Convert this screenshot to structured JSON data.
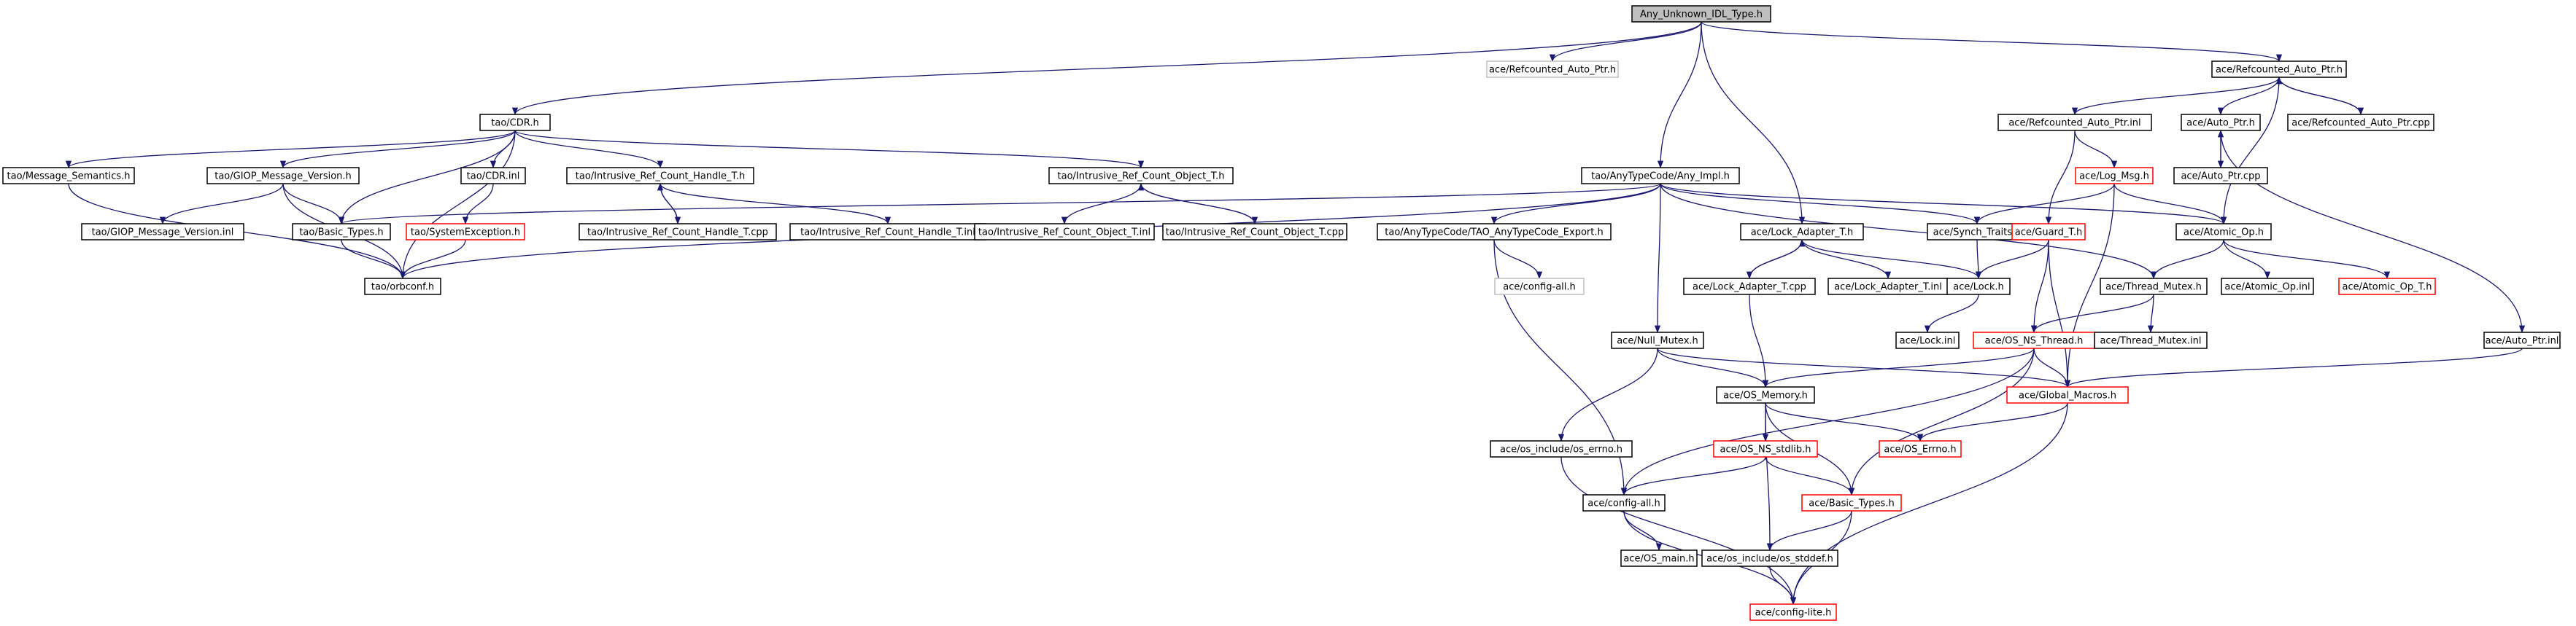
{
  "diagram": {
    "nodes": [
      {
        "id": "root",
        "label": "Any_Unknown_IDL_Type.h",
        "style": "root"
      },
      {
        "id": "ace_refptr_grey",
        "label": "ace/Refcounted_Auto_Ptr.h",
        "style": "grey"
      },
      {
        "id": "ace_refptr",
        "label": "ace/Refcounted_Auto_Ptr.h",
        "style": "normal"
      },
      {
        "id": "tao_cdr",
        "label": "tao/CDR.h",
        "style": "normal"
      },
      {
        "id": "anytype_impl",
        "label": "tao/AnyTypeCode/Any_Impl.h",
        "style": "normal"
      },
      {
        "id": "msg_sem",
        "label": "tao/Message_Semantics.h",
        "style": "normal"
      },
      {
        "id": "giop_ver",
        "label": "tao/GIOP_Message_Version.h",
        "style": "normal"
      },
      {
        "id": "cdr_inl",
        "label": "tao/CDR.inl",
        "style": "normal"
      },
      {
        "id": "irch_t",
        "label": "tao/Intrusive_Ref_Count_Handle_T.h",
        "style": "normal"
      },
      {
        "id": "irco_t",
        "label": "tao/Intrusive_Ref_Count_Object_T.h",
        "style": "normal"
      },
      {
        "id": "giop_inl",
        "label": "tao/GIOP_Message_Version.inl",
        "style": "normal"
      },
      {
        "id": "basic_types_tao",
        "label": "tao/Basic_Types.h",
        "style": "normal"
      },
      {
        "id": "sys_exc",
        "label": "tao/SystemException.h",
        "style": "red"
      },
      {
        "id": "irch_cpp",
        "label": "tao/Intrusive_Ref_Count_Handle_T.cpp",
        "style": "normal"
      },
      {
        "id": "irch_inl",
        "label": "tao/Intrusive_Ref_Count_Handle_T.inl",
        "style": "normal"
      },
      {
        "id": "irco_inl",
        "label": "tao/Intrusive_Ref_Count_Object_T.inl",
        "style": "normal"
      },
      {
        "id": "irco_cpp",
        "label": "tao/Intrusive_Ref_Count_Object_T.cpp",
        "style": "normal"
      },
      {
        "id": "orbconf",
        "label": "tao/orbconf.h",
        "style": "normal"
      },
      {
        "id": "tao_export",
        "label": "tao/AnyTypeCode/TAO_AnyTypeCode_Export.h",
        "style": "normal"
      },
      {
        "id": "config_all_grey",
        "label": "ace/config-all.h",
        "style": "grey"
      },
      {
        "id": "refptr_inl",
        "label": "ace/Refcounted_Auto_Ptr.inl",
        "style": "normal"
      },
      {
        "id": "auto_ptr",
        "label": "ace/Auto_Ptr.h",
        "style": "normal"
      },
      {
        "id": "refptr_cpp",
        "label": "ace/Refcounted_Auto_Ptr.cpp",
        "style": "normal"
      },
      {
        "id": "log_msg",
        "label": "ace/Log_Msg.h",
        "style": "red"
      },
      {
        "id": "auto_ptr_cpp",
        "label": "ace/Auto_Ptr.cpp",
        "style": "normal"
      },
      {
        "id": "lock_adapter",
        "label": "ace/Lock_Adapter_T.h",
        "style": "normal"
      },
      {
        "id": "synch_traits",
        "label": "ace/Synch_Traits.h",
        "style": "normal"
      },
      {
        "id": "guard_t",
        "label": "ace/Guard_T.h",
        "style": "red"
      },
      {
        "id": "atomic_op",
        "label": "ace/Atomic_Op.h",
        "style": "normal"
      },
      {
        "id": "lock_adapter_cpp",
        "label": "ace/Lock_Adapter_T.cpp",
        "style": "normal"
      },
      {
        "id": "lock_adapter_inl",
        "label": "ace/Lock_Adapter_T.inl",
        "style": "normal"
      },
      {
        "id": "lock_h",
        "label": "ace/Lock.h",
        "style": "normal"
      },
      {
        "id": "thread_mutex",
        "label": "ace/Thread_Mutex.h",
        "style": "normal"
      },
      {
        "id": "atomic_op_inl",
        "label": "ace/Atomic_Op.inl",
        "style": "normal"
      },
      {
        "id": "atomic_op_t",
        "label": "ace/Atomic_Op_T.h",
        "style": "red"
      },
      {
        "id": "lock_inl",
        "label": "ace/Lock.inl",
        "style": "normal"
      },
      {
        "id": "null_mutex",
        "label": "ace/Null_Mutex.h",
        "style": "normal"
      },
      {
        "id": "os_ns_thread",
        "label": "ace/OS_NS_Thread.h",
        "style": "red"
      },
      {
        "id": "thread_mutex_inl",
        "label": "ace/Thread_Mutex.inl",
        "style": "normal"
      },
      {
        "id": "auto_ptr_inl",
        "label": "ace/Auto_Ptr.inl",
        "style": "normal"
      },
      {
        "id": "os_memory",
        "label": "ace/OS_Memory.h",
        "style": "normal"
      },
      {
        "id": "global_macros",
        "label": "ace/Global_Macros.h",
        "style": "red"
      },
      {
        "id": "os_errno_inc",
        "label": "ace/os_include/os_errno.h",
        "style": "normal"
      },
      {
        "id": "os_ns_stdlib",
        "label": "ace/OS_NS_stdlib.h",
        "style": "red"
      },
      {
        "id": "os_errno",
        "label": "ace/OS_Errno.h",
        "style": "red"
      },
      {
        "id": "config_all",
        "label": "ace/config-all.h",
        "style": "normal"
      },
      {
        "id": "basic_types_ace",
        "label": "ace/Basic_Types.h",
        "style": "red"
      },
      {
        "id": "os_main",
        "label": "ace/OS_main.h",
        "style": "normal"
      },
      {
        "id": "os_stddef",
        "label": "ace/os_include/os_stddef.h",
        "style": "normal"
      },
      {
        "id": "config_lite",
        "label": "ace/config-lite.h",
        "style": "red"
      }
    ],
    "edges": [
      [
        "root",
        "ace_refptr_grey"
      ],
      [
        "root",
        "ace_refptr"
      ],
      [
        "root",
        "tao_cdr"
      ],
      [
        "root",
        "anytype_impl"
      ],
      [
        "root",
        "lock_adapter"
      ],
      [
        "tao_cdr",
        "msg_sem"
      ],
      [
        "tao_cdr",
        "giop_ver"
      ],
      [
        "tao_cdr",
        "cdr_inl"
      ],
      [
        "tao_cdr",
        "irch_t"
      ],
      [
        "tao_cdr",
        "irco_t"
      ],
      [
        "tao_cdr",
        "basic_types_tao"
      ],
      [
        "tao_cdr",
        "orbconf"
      ],
      [
        "msg_sem",
        "orbconf"
      ],
      [
        "giop_ver",
        "giop_inl"
      ],
      [
        "giop_ver",
        "basic_types_tao"
      ],
      [
        "giop_ver",
        "orbconf"
      ],
      [
        "cdr_inl",
        "sys_exc"
      ],
      [
        "irch_t",
        "irch_cpp"
      ],
      [
        "irch_cpp",
        "irch_t"
      ],
      [
        "irch_t",
        "irch_inl"
      ],
      [
        "irco_t",
        "irco_inl"
      ],
      [
        "irco_t",
        "irco_cpp"
      ],
      [
        "irco_cpp",
        "irco_t"
      ],
      [
        "basic_types_tao",
        "orbconf"
      ],
      [
        "sys_exc",
        "orbconf"
      ],
      [
        "anytype_impl",
        "basic_types_tao"
      ],
      [
        "anytype_impl",
        "orbconf"
      ],
      [
        "anytype_impl",
        "tao_export"
      ],
      [
        "anytype_impl",
        "null_mutex"
      ],
      [
        "anytype_impl",
        "synch_traits"
      ],
      [
        "anytype_impl",
        "atomic_op"
      ],
      [
        "anytype_impl",
        "thread_mutex"
      ],
      [
        "tao_export",
        "config_all_grey"
      ],
      [
        "tao_export",
        "config_all"
      ],
      [
        "ace_refptr",
        "refptr_inl"
      ],
      [
        "ace_refptr",
        "auto_ptr"
      ],
      [
        "ace_refptr",
        "refptr_cpp"
      ],
      [
        "refptr_cpp",
        "ace_refptr"
      ],
      [
        "ace_refptr",
        "atomic_op"
      ],
      [
        "refptr_inl",
        "log_msg"
      ],
      [
        "refptr_inl",
        "guard_t"
      ],
      [
        "auto_ptr",
        "auto_ptr_cpp"
      ],
      [
        "auto_ptr_cpp",
        "auto_ptr"
      ],
      [
        "auto_ptr",
        "auto_ptr_inl"
      ],
      [
        "log_msg",
        "synch_traits"
      ],
      [
        "log_msg",
        "atomic_op"
      ],
      [
        "log_msg",
        "global_macros"
      ],
      [
        "lock_adapter",
        "lock_adapter_cpp"
      ],
      [
        "lock_adapter_cpp",
        "lock_adapter"
      ],
      [
        "lock_adapter",
        "lock_adapter_inl"
      ],
      [
        "lock_adapter",
        "lock_h"
      ],
      [
        "lock_adapter_cpp",
        "os_memory"
      ],
      [
        "synch_traits",
        "lock_h"
      ],
      [
        "guard_t",
        "lock_h"
      ],
      [
        "guard_t",
        "os_ns_thread"
      ],
      [
        "guard_t",
        "global_macros"
      ],
      [
        "atomic_op",
        "thread_mutex"
      ],
      [
        "atomic_op",
        "atomic_op_inl"
      ],
      [
        "atomic_op",
        "atomic_op_t"
      ],
      [
        "lock_h",
        "lock_inl"
      ],
      [
        "thread_mutex",
        "os_ns_thread"
      ],
      [
        "thread_mutex",
        "thread_mutex_inl"
      ],
      [
        "auto_ptr_inl",
        "global_macros"
      ],
      [
        "null_mutex",
        "os_memory"
      ],
      [
        "null_mutex",
        "global_macros"
      ],
      [
        "null_mutex",
        "os_errno_inc"
      ],
      [
        "os_ns_thread",
        "os_memory"
      ],
      [
        "os_ns_thread",
        "global_macros"
      ],
      [
        "os_ns_thread",
        "config_all"
      ],
      [
        "os_ns_thread",
        "basic_types_ace"
      ],
      [
        "os_memory",
        "os_ns_stdlib"
      ],
      [
        "os_memory",
        "os_errno"
      ],
      [
        "os_memory",
        "basic_types_ace"
      ],
      [
        "os_memory",
        "os_stddef"
      ],
      [
        "global_macros",
        "os_errno"
      ],
      [
        "global_macros",
        "config_lite"
      ],
      [
        "os_errno_inc",
        "config_lite"
      ],
      [
        "os_ns_stdlib",
        "config_all"
      ],
      [
        "os_ns_stdlib",
        "basic_types_ace"
      ],
      [
        "config_all",
        "os_main"
      ],
      [
        "config_all",
        "config_lite"
      ],
      [
        "basic_types_ace",
        "os_stddef"
      ],
      [
        "basic_types_ace",
        "config_lite"
      ],
      [
        "os_stddef",
        "config_lite"
      ]
    ],
    "colors": {
      "edge": "#191970",
      "border_normal": "#000000",
      "border_red": "#ff0000",
      "border_grey": "#bfbfbf",
      "fill_root": "#bfbfbf",
      "fill_default": "#ffffff",
      "text_grey": "#999999"
    }
  }
}
